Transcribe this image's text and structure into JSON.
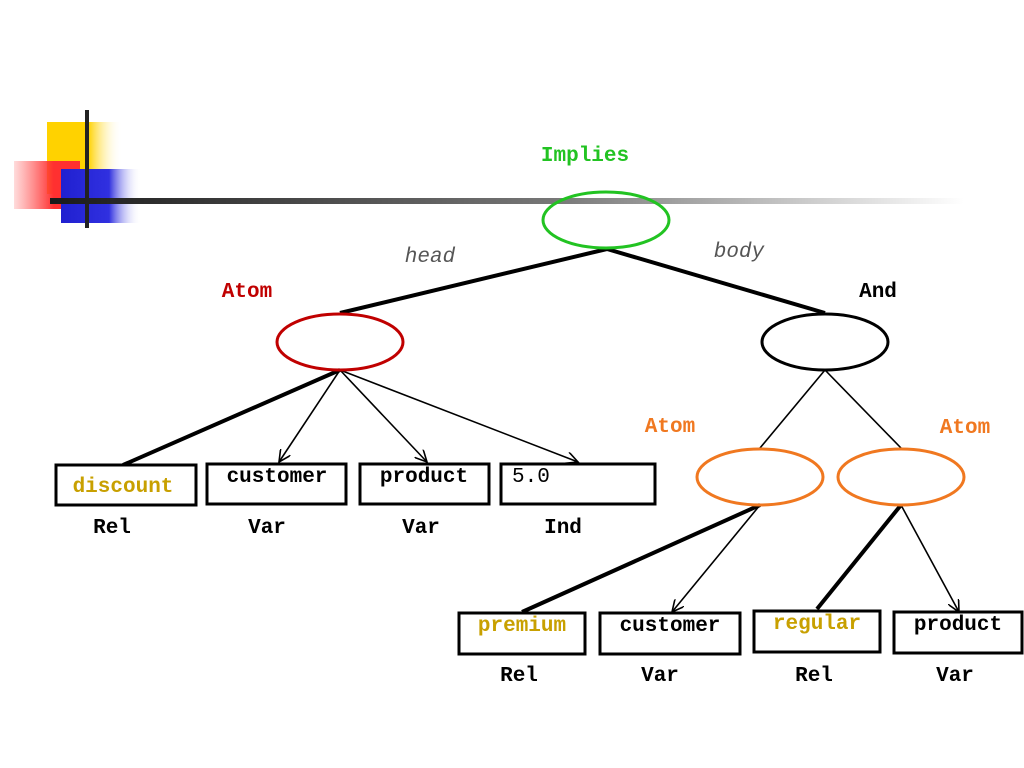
{
  "colors": {
    "implies": "#22c322",
    "atom_red": "#c00000",
    "atom_orange": "#f07820",
    "relation": "#c8a000",
    "black": "#000000"
  },
  "nodes": {
    "implies_label": "Implies",
    "atom_head_label": "Atom",
    "and_label": "And",
    "atom_left_label": "Atom",
    "atom_right_label": "Atom"
  },
  "edges": {
    "head": "head",
    "body": "body"
  },
  "head_args": [
    {
      "value": "discount",
      "type": "Rel"
    },
    {
      "value": "customer",
      "type": "Var"
    },
    {
      "value": "product",
      "type": "Var"
    },
    {
      "value": "5.0",
      "type": "Ind"
    }
  ],
  "body_left_args": [
    {
      "value": "premium",
      "type": "Rel"
    },
    {
      "value": "customer",
      "type": "Var"
    }
  ],
  "body_right_args": [
    {
      "value": "regular",
      "type": "Rel"
    },
    {
      "value": "product",
      "type": "Var"
    }
  ]
}
